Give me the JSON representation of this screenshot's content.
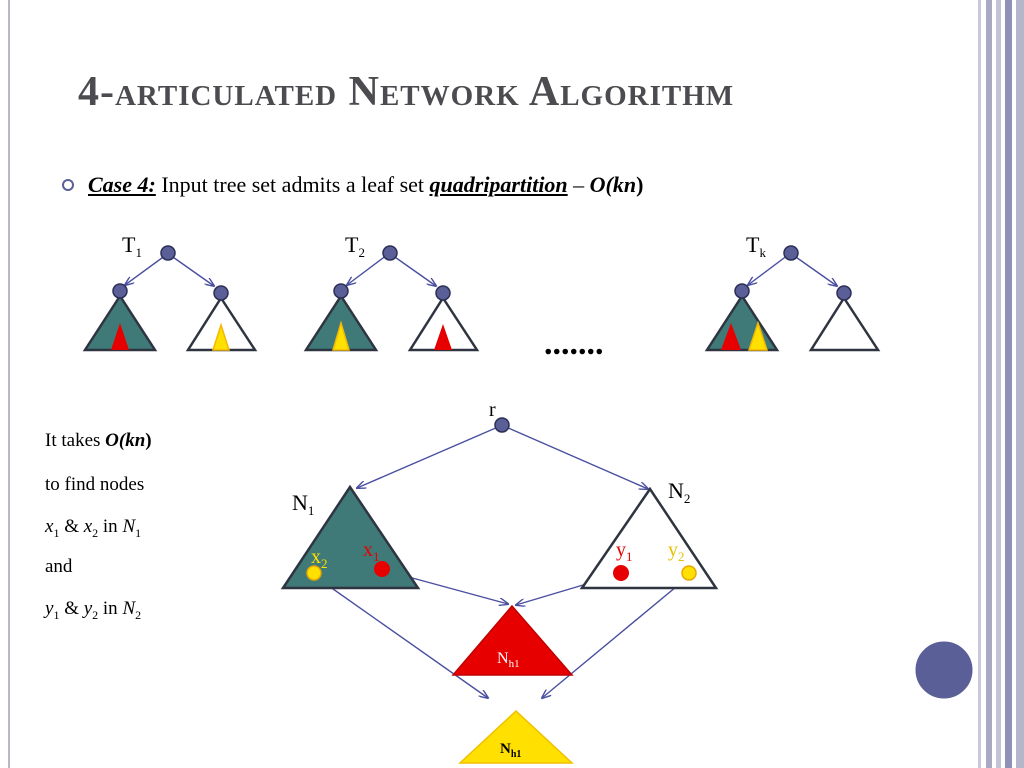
{
  "slide": {
    "title": "4-articulated Network Algorithm",
    "bullet": {
      "case_label": "Case 4:",
      "text_mid": " Input tree set admits a leaf set ",
      "emphasis": "quadripartition",
      "dash": " – ",
      "complexity_o": "O(",
      "complexity_kn": "kn",
      "complexity_close": ")"
    },
    "trees": [
      {
        "base": "T",
        "sub": "1"
      },
      {
        "base": "T",
        "sub": "2"
      },
      {
        "base": "T",
        "sub": "k"
      }
    ],
    "ellipsis": ".......",
    "side_text": {
      "line1_pre": "It takes ",
      "line1_o": "O(",
      "line1_kn": "kn",
      "line1_close": ")",
      "line2": "to find nodes",
      "line3": {
        "x1": "x",
        "x1_sub": "1",
        "amp": " & ",
        "x2": "x",
        "x2_sub": "2",
        "in": " in ",
        "n": "N",
        "n_sub": "1"
      },
      "line4": "and",
      "line5": {
        "y1": "y",
        "y1_sub": "1",
        "amp": " & ",
        "y2": "y",
        "y2_sub": "2",
        "in": " in ",
        "n": "N",
        "n_sub": "2"
      }
    },
    "network": {
      "root": "r",
      "n1": {
        "base": "N",
        "sub": "1"
      },
      "n2": {
        "base": "N",
        "sub": "2"
      },
      "x2": {
        "base": "x",
        "sub": "2"
      },
      "x1": {
        "base": "x",
        "sub": "1"
      },
      "y1": {
        "base": "y",
        "sub": "1"
      },
      "y2": {
        "base": "y",
        "sub": "2"
      },
      "nh1_red": {
        "base": "N",
        "sub": "h1"
      },
      "nh1_yellow": {
        "base": "N",
        "sub": "h1"
      }
    },
    "colors": {
      "teal": "#3f7a78",
      "red": "#e60000",
      "yellow": "#ffe000",
      "node": "#5b5f97",
      "edge": "#4a4fa0",
      "title": "#4b4b50"
    }
  }
}
